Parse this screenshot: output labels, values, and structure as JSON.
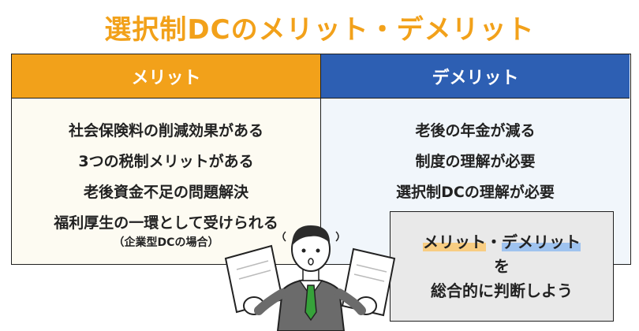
{
  "title": "選択制DCのメリット・デメリット",
  "merit": {
    "header": "メリット",
    "items": [
      "社会保険料の削減効果がある",
      "3つの税制メリットがある",
      "老後資金不足の問題解決",
      "福利厚生の一環として受けられる"
    ],
    "note": "（企業型DCの場合）"
  },
  "demerit": {
    "header": "デメリット",
    "items": [
      "老後の年金が減る",
      "制度の理解が必要",
      "選択制DCの理解が必要"
    ]
  },
  "callout": {
    "merit_word": "メリット",
    "separator": "・",
    "demerit_word": "デメリット",
    "line2": "を",
    "line3": "総合的に判断しよう"
  },
  "colors": {
    "accent_orange": "#f2a11a",
    "accent_blue": "#2d5fb3"
  }
}
